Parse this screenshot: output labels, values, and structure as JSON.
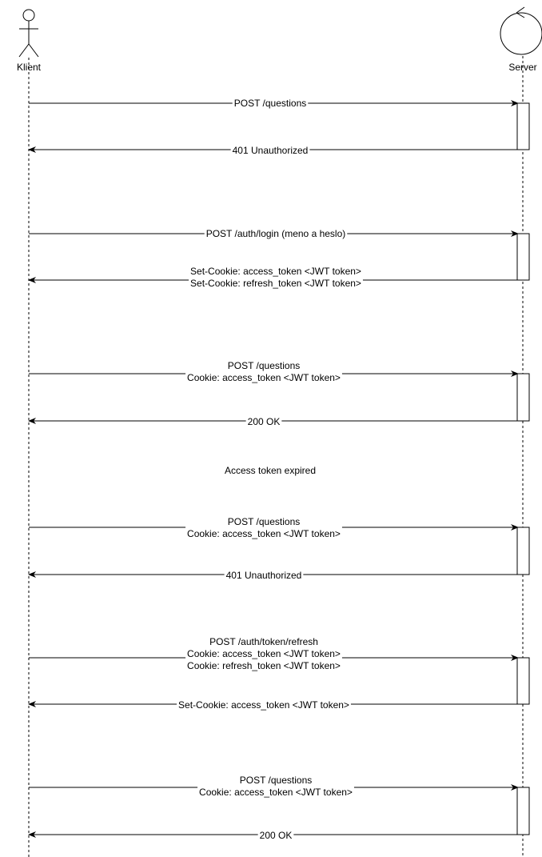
{
  "participants": {
    "client": {
      "name": "Klient",
      "icon": "actor-icon"
    },
    "server": {
      "name": "Server",
      "icon": "control-entity-icon"
    }
  },
  "messages": [
    {
      "direction": "request",
      "lines": [
        "POST /questions"
      ]
    },
    {
      "direction": "response",
      "lines": [
        "401 Unauthorized"
      ]
    },
    {
      "direction": "request",
      "lines": [
        "POST /auth/login (meno a heslo)"
      ]
    },
    {
      "direction": "response",
      "lines": [
        "Set-Cookie: access_token <JWT token>",
        "Set-Cookie: refresh_token <JWT token>"
      ]
    },
    {
      "direction": "request",
      "lines": [
        "POST /questions",
        "Cookie: access_token <JWT token>"
      ]
    },
    {
      "direction": "response",
      "lines": [
        "200 OK"
      ]
    },
    {
      "direction": "request",
      "lines": [
        "POST /questions",
        "Cookie: access_token <JWT token>"
      ]
    },
    {
      "direction": "response",
      "lines": [
        "401 Unauthorized"
      ]
    },
    {
      "direction": "request",
      "lines": [
        "POST /auth/token/refresh",
        "Cookie: access_token <JWT token>",
        "Cookie: refresh_token <JWT token>"
      ]
    },
    {
      "direction": "response",
      "lines": [
        "Set-Cookie: access_token <JWT token>"
      ]
    },
    {
      "direction": "request",
      "lines": [
        "POST /questions",
        "Cookie: access_token <JWT token>"
      ]
    },
    {
      "direction": "response",
      "lines": [
        "200 OK"
      ]
    }
  ],
  "note": "Access token expired",
  "colors": {
    "line": "#000000",
    "background": "#ffffff"
  }
}
